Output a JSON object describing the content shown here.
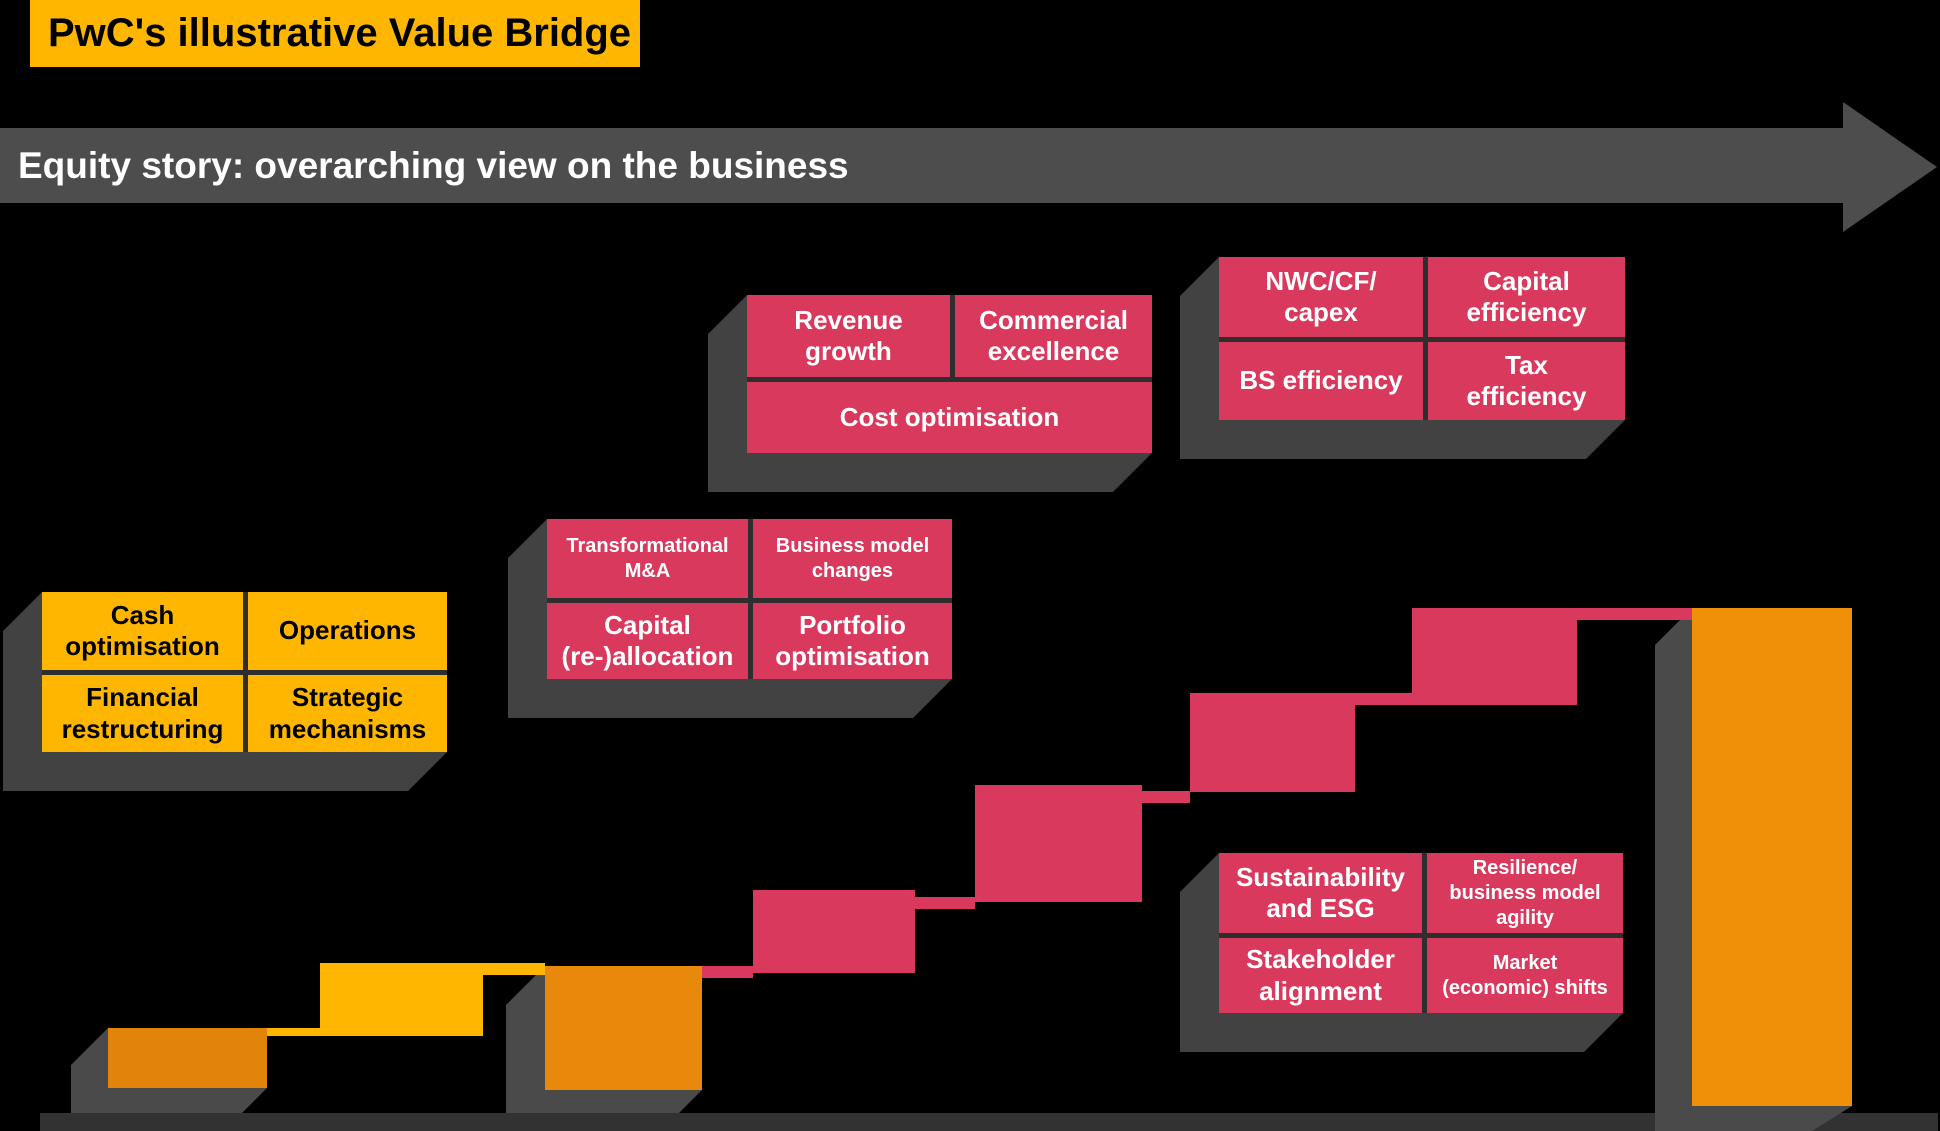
{
  "title": "PwC's illustrative Value Bridge",
  "arrow_label": "Equity story: overarching view on the business",
  "colors": {
    "pink": "#D8395C",
    "yellow": "#FFB600",
    "orange_start": "#E2830A",
    "orange_mid": "#E8890B",
    "orange_final": "#EE9108",
    "arrow_gray": "#4D4D4D",
    "group_shadow": "#424242",
    "bar_shadow": "#4A4A4A",
    "baseline": "#323232",
    "divider": "#2E2E2E",
    "bg": "#000000"
  },
  "groups": {
    "value_protection": {
      "color": "yellow",
      "cells": [
        "Cash\noptimisation",
        "Operations",
        "Financial\nrestructuring",
        "Strategic\nmechanisms"
      ]
    },
    "portfolio_strategy": {
      "color": "pink",
      "cells": [
        "Transformational\nM&A",
        "Business model\nchanges",
        "Capital\n(re-)allocation",
        "Portfolio\noptimisation"
      ]
    },
    "value_creation": {
      "color": "pink",
      "cells": [
        "Revenue\ngrowth",
        "Commercial\nexcellence",
        "Cost optimisation"
      ]
    },
    "capital_efficiency": {
      "color": "pink",
      "cells": [
        "NWC/CF/\ncapex",
        "Capital\nefficiency",
        "BS efficiency",
        "Tax\nefficiency"
      ]
    },
    "external_factors": {
      "color": "pink",
      "cells": [
        "Sustainability\nand ESG",
        "Resilience/\nbusiness model\nagility",
        "Stakeholder\nalignment",
        "Market\n(economic) shifts"
      ]
    }
  },
  "waterfall": {
    "steps": [
      {
        "id": "start-bar",
        "color": "orange"
      },
      {
        "id": "step-up-yellow",
        "color": "yellow"
      },
      {
        "id": "base-bar",
        "color": "orange"
      },
      {
        "id": "bridge-step-1",
        "color": "pink"
      },
      {
        "id": "bridge-step-2",
        "color": "pink"
      },
      {
        "id": "bridge-step-3",
        "color": "pink"
      },
      {
        "id": "bridge-step-4",
        "color": "pink"
      },
      {
        "id": "result-bar",
        "color": "orange"
      }
    ]
  }
}
